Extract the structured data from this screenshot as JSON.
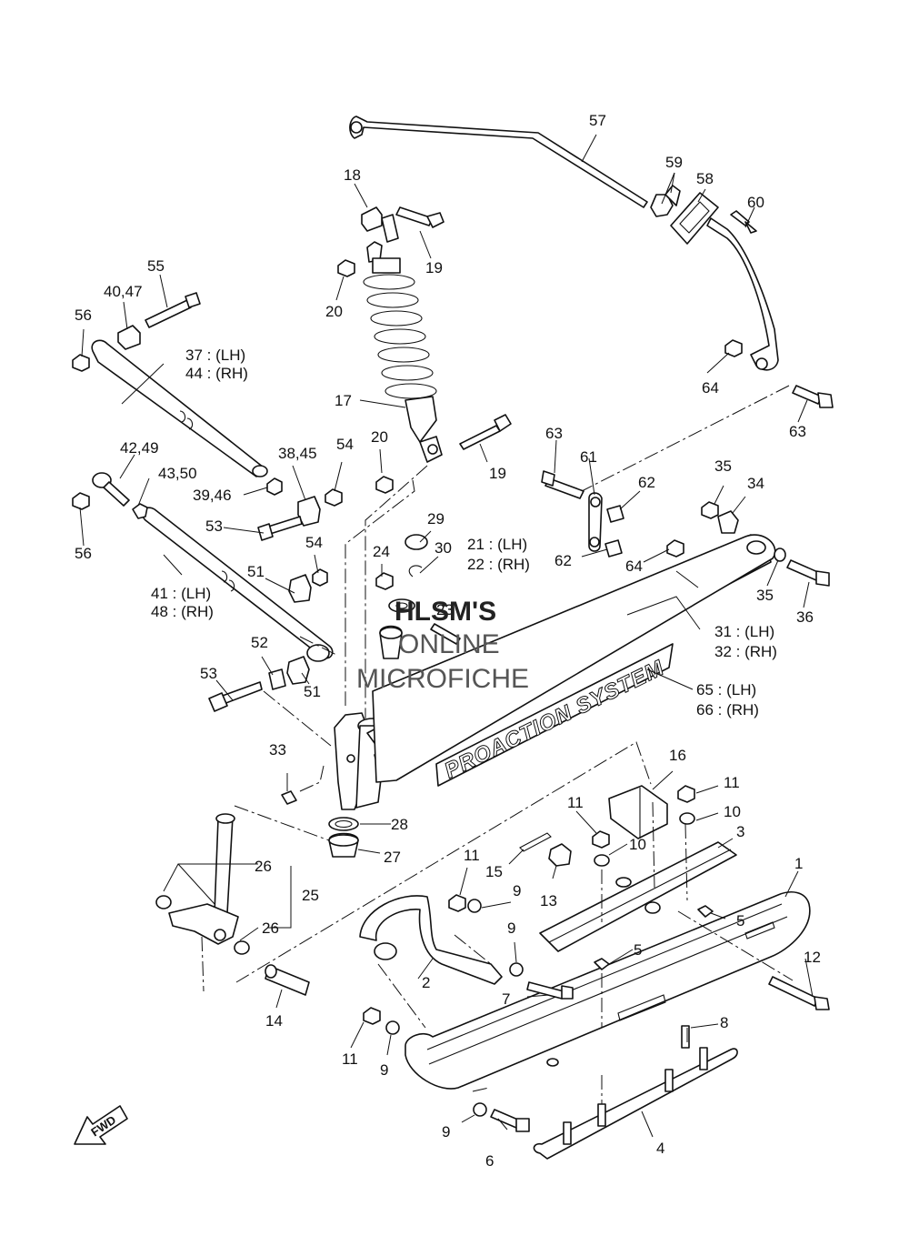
{
  "watermark": {
    "line1": "HLSM'S",
    "line2": "ONLINE",
    "line3": "MICROFICHE"
  },
  "decal_text": "PROACTION SYSTEM",
  "fwd_label": "FWD",
  "callouts": [
    {
      "id": "c1",
      "text": "1"
    },
    {
      "id": "c2",
      "text": "2"
    },
    {
      "id": "c3",
      "text": "3"
    },
    {
      "id": "c4",
      "text": "4"
    },
    {
      "id": "c5a",
      "text": "5"
    },
    {
      "id": "c5b",
      "text": "5"
    },
    {
      "id": "c6",
      "text": "6"
    },
    {
      "id": "c7",
      "text": "7"
    },
    {
      "id": "c8",
      "text": "8"
    },
    {
      "id": "c9a",
      "text": "9"
    },
    {
      "id": "c9b",
      "text": "9"
    },
    {
      "id": "c9c",
      "text": "9"
    },
    {
      "id": "c9d",
      "text": "9"
    },
    {
      "id": "c10a",
      "text": "10"
    },
    {
      "id": "c10b",
      "text": "10"
    },
    {
      "id": "c11a",
      "text": "11"
    },
    {
      "id": "c11b",
      "text": "11"
    },
    {
      "id": "c11c",
      "text": "11"
    },
    {
      "id": "c11d",
      "text": "11"
    },
    {
      "id": "c12",
      "text": "12"
    },
    {
      "id": "c13",
      "text": "13"
    },
    {
      "id": "c14",
      "text": "14"
    },
    {
      "id": "c15",
      "text": "15"
    },
    {
      "id": "c16",
      "text": "16"
    },
    {
      "id": "c17",
      "text": "17"
    },
    {
      "id": "c18",
      "text": "18"
    },
    {
      "id": "c19a",
      "text": "19"
    },
    {
      "id": "c19b",
      "text": "19"
    },
    {
      "id": "c20a",
      "text": "20"
    },
    {
      "id": "c20b",
      "text": "20"
    },
    {
      "id": "c21",
      "text": "21 : (LH)"
    },
    {
      "id": "c22",
      "text": "22 : (RH)"
    },
    {
      "id": "c23",
      "text": "23"
    },
    {
      "id": "c24",
      "text": "24"
    },
    {
      "id": "c25",
      "text": "25"
    },
    {
      "id": "c26a",
      "text": "26"
    },
    {
      "id": "c26b",
      "text": "26"
    },
    {
      "id": "c27",
      "text": "27"
    },
    {
      "id": "c28",
      "text": "28"
    },
    {
      "id": "c29",
      "text": "29"
    },
    {
      "id": "c30",
      "text": "30"
    },
    {
      "id": "c31",
      "text": "31 : (LH)"
    },
    {
      "id": "c32",
      "text": "32 : (RH)"
    },
    {
      "id": "c33",
      "text": "33"
    },
    {
      "id": "c34",
      "text": "34"
    },
    {
      "id": "c35a",
      "text": "35"
    },
    {
      "id": "c35b",
      "text": "35"
    },
    {
      "id": "c36",
      "text": "36"
    },
    {
      "id": "c37",
      "text": "37 : (LH)"
    },
    {
      "id": "c44",
      "text": "44 : (RH)"
    },
    {
      "id": "c3845",
      "text": "38,45"
    },
    {
      "id": "c3946",
      "text": "39,46"
    },
    {
      "id": "c4047",
      "text": "40,47"
    },
    {
      "id": "c41",
      "text": "41 : (LH)"
    },
    {
      "id": "c48",
      "text": "48 : (RH)"
    },
    {
      "id": "c4249",
      "text": "42,49"
    },
    {
      "id": "c4350",
      "text": "43,50"
    },
    {
      "id": "c51a",
      "text": "51"
    },
    {
      "id": "c51b",
      "text": "51"
    },
    {
      "id": "c52",
      "text": "52"
    },
    {
      "id": "c53a",
      "text": "53"
    },
    {
      "id": "c53b",
      "text": "53"
    },
    {
      "id": "c54a",
      "text": "54"
    },
    {
      "id": "c54b",
      "text": "54"
    },
    {
      "id": "c55",
      "text": "55"
    },
    {
      "id": "c56a",
      "text": "56"
    },
    {
      "id": "c56b",
      "text": "56"
    },
    {
      "id": "c57",
      "text": "57"
    },
    {
      "id": "c58",
      "text": "58"
    },
    {
      "id": "c59",
      "text": "59"
    },
    {
      "id": "c60",
      "text": "60"
    },
    {
      "id": "c61",
      "text": "61"
    },
    {
      "id": "c62a",
      "text": "62"
    },
    {
      "id": "c62b",
      "text": "62"
    },
    {
      "id": "c63a",
      "text": "63"
    },
    {
      "id": "c63b",
      "text": "63"
    },
    {
      "id": "c64a",
      "text": "64"
    },
    {
      "id": "c64b",
      "text": "64"
    },
    {
      "id": "c65",
      "text": "65 : (LH)"
    },
    {
      "id": "c66",
      "text": "66 : (RH)"
    }
  ]
}
